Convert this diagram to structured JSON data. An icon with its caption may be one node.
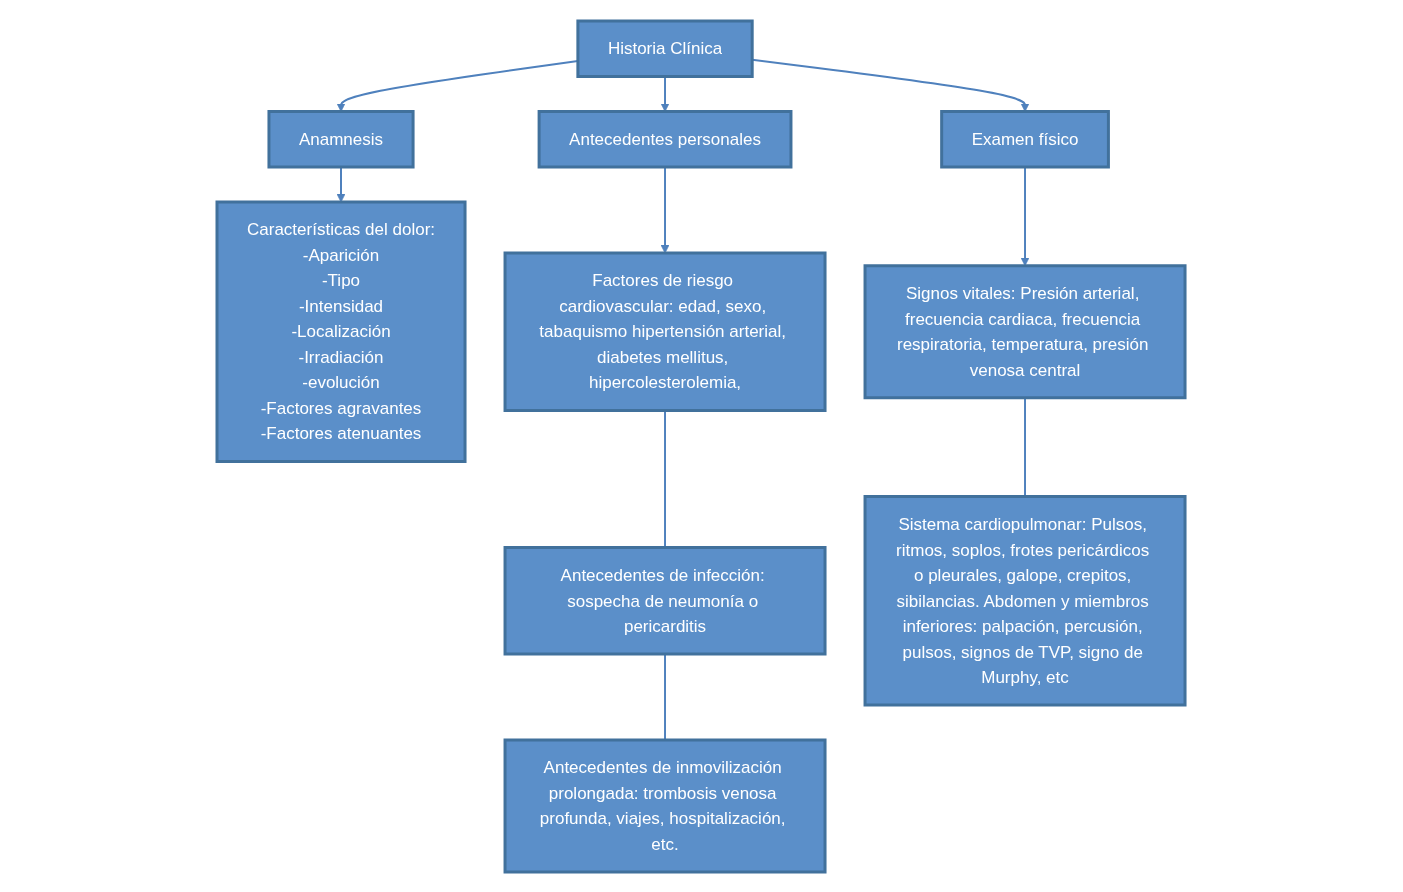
{
  "diagram": {
    "nodes": [
      {
        "text": [
          "Historia Clínica"
        ]
      },
      {
        "text": [
          "Anamnesis"
        ]
      },
      {
        "text": [
          "Antecedentes personales"
        ]
      },
      {
        "text": [
          "Examen físico"
        ]
      },
      {
        "text": [
          "Características del dolor:",
          "-Aparición",
          "-Tipo",
          "-Intensidad",
          "-Localización",
          "-Irradiación",
          "-evolución",
          "-Factores agravantes",
          "-Factores atenuantes"
        ]
      },
      {
        "text": [
          "Factores de riesgo cardiovascular: edad, sexo, tabaquismo hipertensión arterial, diabetes mellitus, hipercolesterolemia,"
        ]
      },
      {
        "text": [
          "Antecedentes de infección: sospecha de neumonía o pericarditis"
        ]
      },
      {
        "text": [
          "Antecedentes de inmovilización prolongada: trombosis venosa profunda, viajes, hospitalización, etc."
        ]
      },
      {
        "text": [
          "Signos vitales: Presión arterial, frecuencia cardiaca, frecuencia respiratoria, temperatura, presión venosa central"
        ]
      },
      {
        "text": [
          "Sistema cardiopulmonar: Pulsos, ritmos, soplos, frotes pericárdicos o pleurales, galope, crepitos, sibilancias. Abdomen y miembros inferiores: palpación, percusión, pulsos, signos de TVP, signo de Murphy, etc"
        ]
      }
    ],
    "edges": [
      {
        "from": 0,
        "to": 1,
        "arrow": "to"
      },
      {
        "from": 0,
        "to": 2,
        "arrow": "to"
      },
      {
        "from": 0,
        "to": 3,
        "arrow": "to"
      },
      {
        "from": 1,
        "to": 4,
        "arrow": "to"
      },
      {
        "from": 2,
        "to": 5,
        "arrow": "to"
      },
      {
        "from": 5,
        "to": 6,
        "arrow": "none"
      },
      {
        "from": 6,
        "to": 7,
        "arrow": "none"
      },
      {
        "from": 3,
        "to": 8,
        "arrow": "to"
      },
      {
        "from": 8,
        "to": 9,
        "arrow": "none"
      }
    ]
  }
}
